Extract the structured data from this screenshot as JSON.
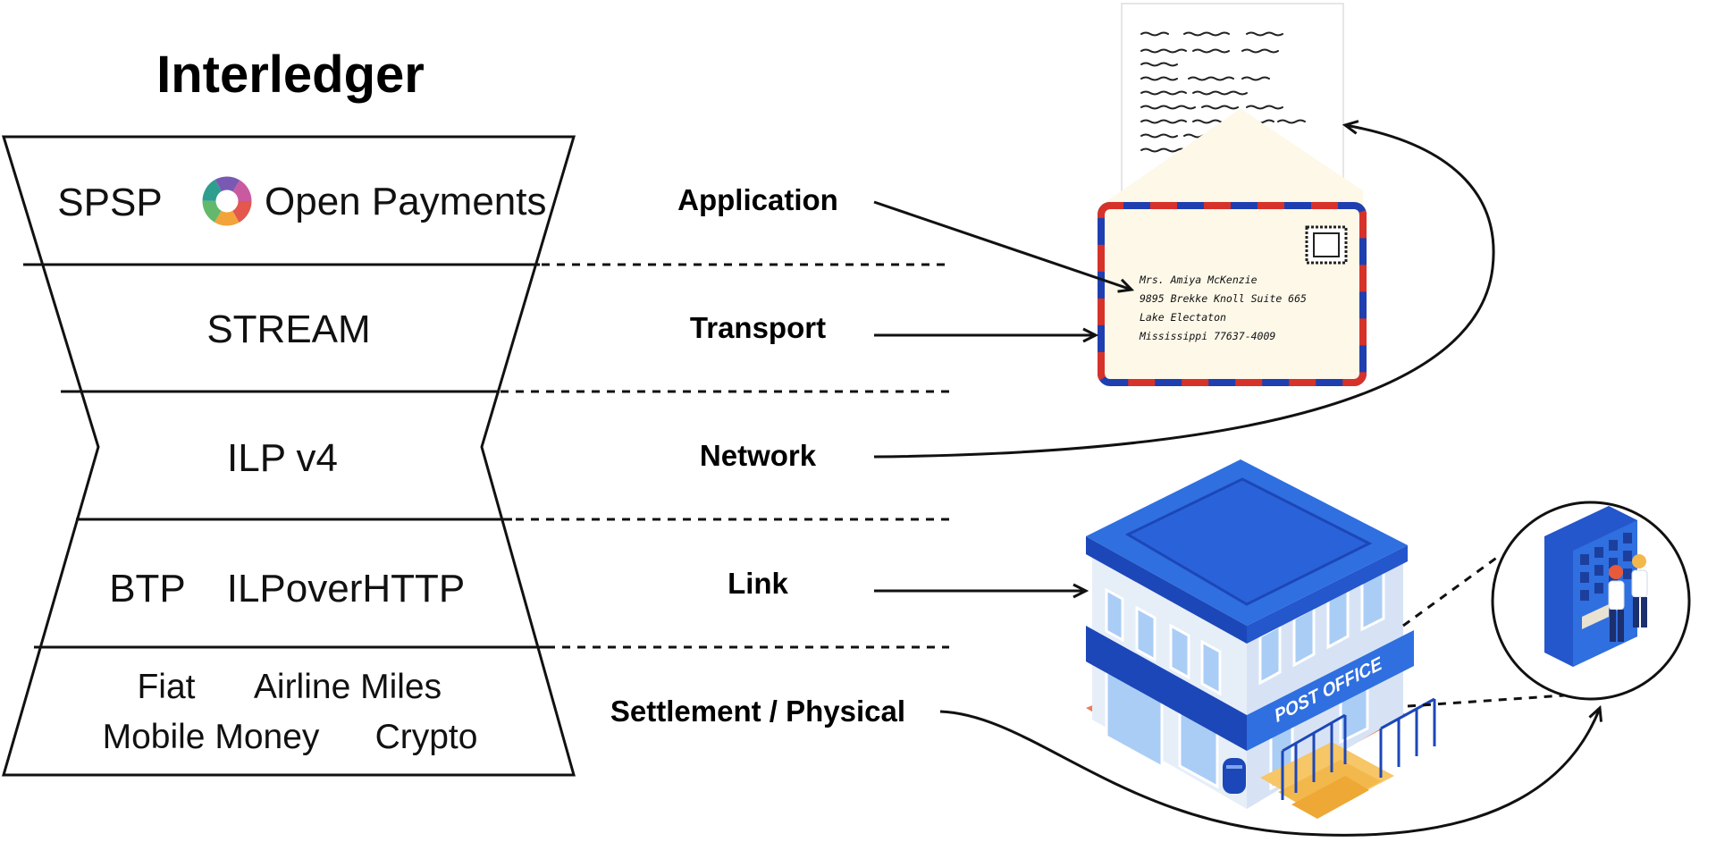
{
  "title": "Interledger",
  "stack": {
    "application": {
      "left": "SPSP",
      "right": "Open Payments"
    },
    "transport": "STREAM",
    "network": "ILP v4",
    "link": {
      "left": "BTP",
      "right": "ILPoverHTTP"
    },
    "settlement": {
      "row1_left": "Fiat",
      "row1_right": "Airline Miles",
      "row2_left": "Mobile Money",
      "row2_right": "Crypto"
    }
  },
  "layers": {
    "application": "Application",
    "transport": "Transport",
    "network": "Network",
    "link": "Link",
    "settlement": "Settlement / Physical"
  },
  "envelope": {
    "address": [
      "Mrs. Amiya McKenzie",
      "9895 Brekke Knoll Suite 665",
      "Lake Electaton",
      "Mississippi 77637-4009"
    ]
  },
  "building": {
    "sign": "POST OFFICE"
  },
  "colors": {
    "blue": "#2f6fe0",
    "dark_blue": "#1c47b8",
    "airmail_red": "#d6322a",
    "airmail_blue": "#1f3fb0",
    "paper": "#fdf8e8",
    "open_payments_ring": [
      "#e4574c",
      "#f2a33a",
      "#62b96c",
      "#2e9e8f",
      "#7a59b2",
      "#c95aa0"
    ]
  }
}
